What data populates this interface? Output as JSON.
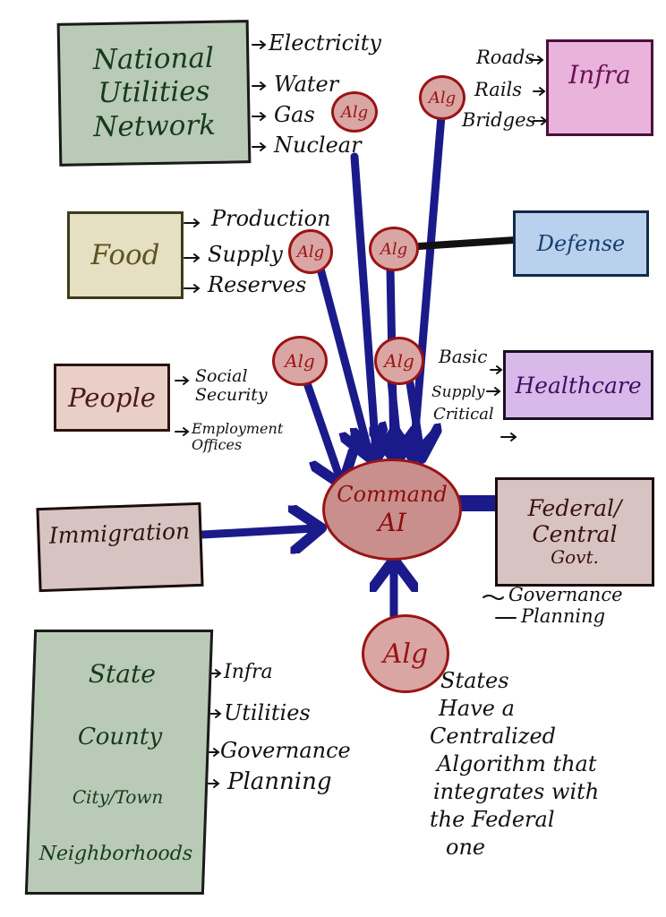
{
  "colors": {
    "connector": "#1b1a8a",
    "algo_fill": "#d9a6a4",
    "algo_stroke": "#9a1414",
    "utilities_fill": "#b9cbb6",
    "infra_fill": "#e9b3dc",
    "food_fill": "#e6e0c2",
    "defense_fill": "#b9d1ec",
    "people_fill": "#e9cfc7",
    "healthcare_fill": "#d9b9ea",
    "immigration_fill": "#d7c4c2",
    "federal_fill": "#d7c4c2",
    "state_fill": "#b9cbb6"
  },
  "center": {
    "line1": "Command",
    "line2": "AI"
  },
  "algo_label": "Alg",
  "nodes": {
    "utilities": {
      "title_lines": [
        "National",
        "Utilities",
        "Network"
      ],
      "items": [
        "Electricity",
        "Water",
        "Gas",
        "Nuclear"
      ]
    },
    "infra": {
      "title": "Infra",
      "items": [
        "Roads",
        "Rails",
        "Bridges"
      ]
    },
    "food": {
      "title": "Food",
      "items": [
        "Production",
        "Supply",
        "Reserves"
      ]
    },
    "defense": {
      "title": "Defense"
    },
    "people": {
      "title": "People",
      "items": [
        "Social Security",
        "Employment Offices"
      ]
    },
    "healthcare": {
      "title": "Healthcare",
      "items": [
        "Basic",
        "Supply",
        "Critical"
      ]
    },
    "immigration": {
      "title": "Immigration"
    },
    "federal": {
      "title_lines": [
        "Federal/",
        "Central",
        "Govt."
      ],
      "items": [
        "Governance",
        "Planning"
      ]
    },
    "state": {
      "levels": [
        "State",
        "County",
        "City/Town",
        "Neighborhoods"
      ],
      "items": [
        "Infra",
        "Utilities",
        "Governance",
        "Planning"
      ]
    }
  },
  "note": {
    "lines": [
      "States",
      "Have a",
      "Centralized",
      "Algorithm that",
      "integrates with",
      "the Federal",
      "one"
    ]
  }
}
